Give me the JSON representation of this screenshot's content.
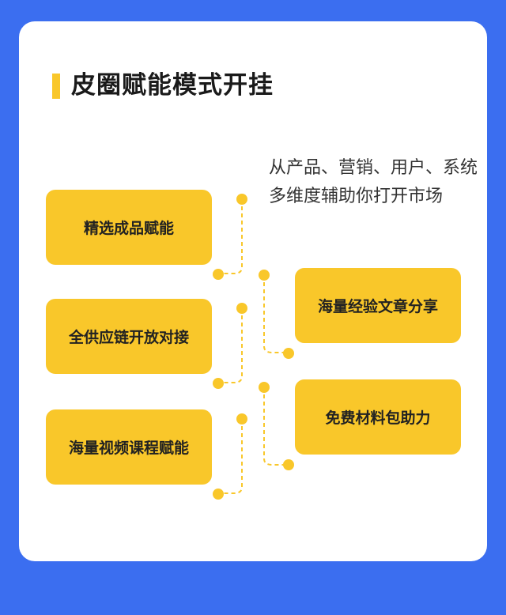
{
  "title": "皮圈赋能模式开挂",
  "description": "从产品、营销、用户、系统多维度辅助你打开市场",
  "left_items": [
    "精选成品赋能",
    "全供应链开放对接",
    "海量视频课程赋能"
  ],
  "right_items": [
    "海量经验文章分享",
    "免费材料包助力"
  ],
  "colors": {
    "background": "#3b6ef0",
    "card": "#ffffff",
    "accent": "#f9c72a"
  }
}
